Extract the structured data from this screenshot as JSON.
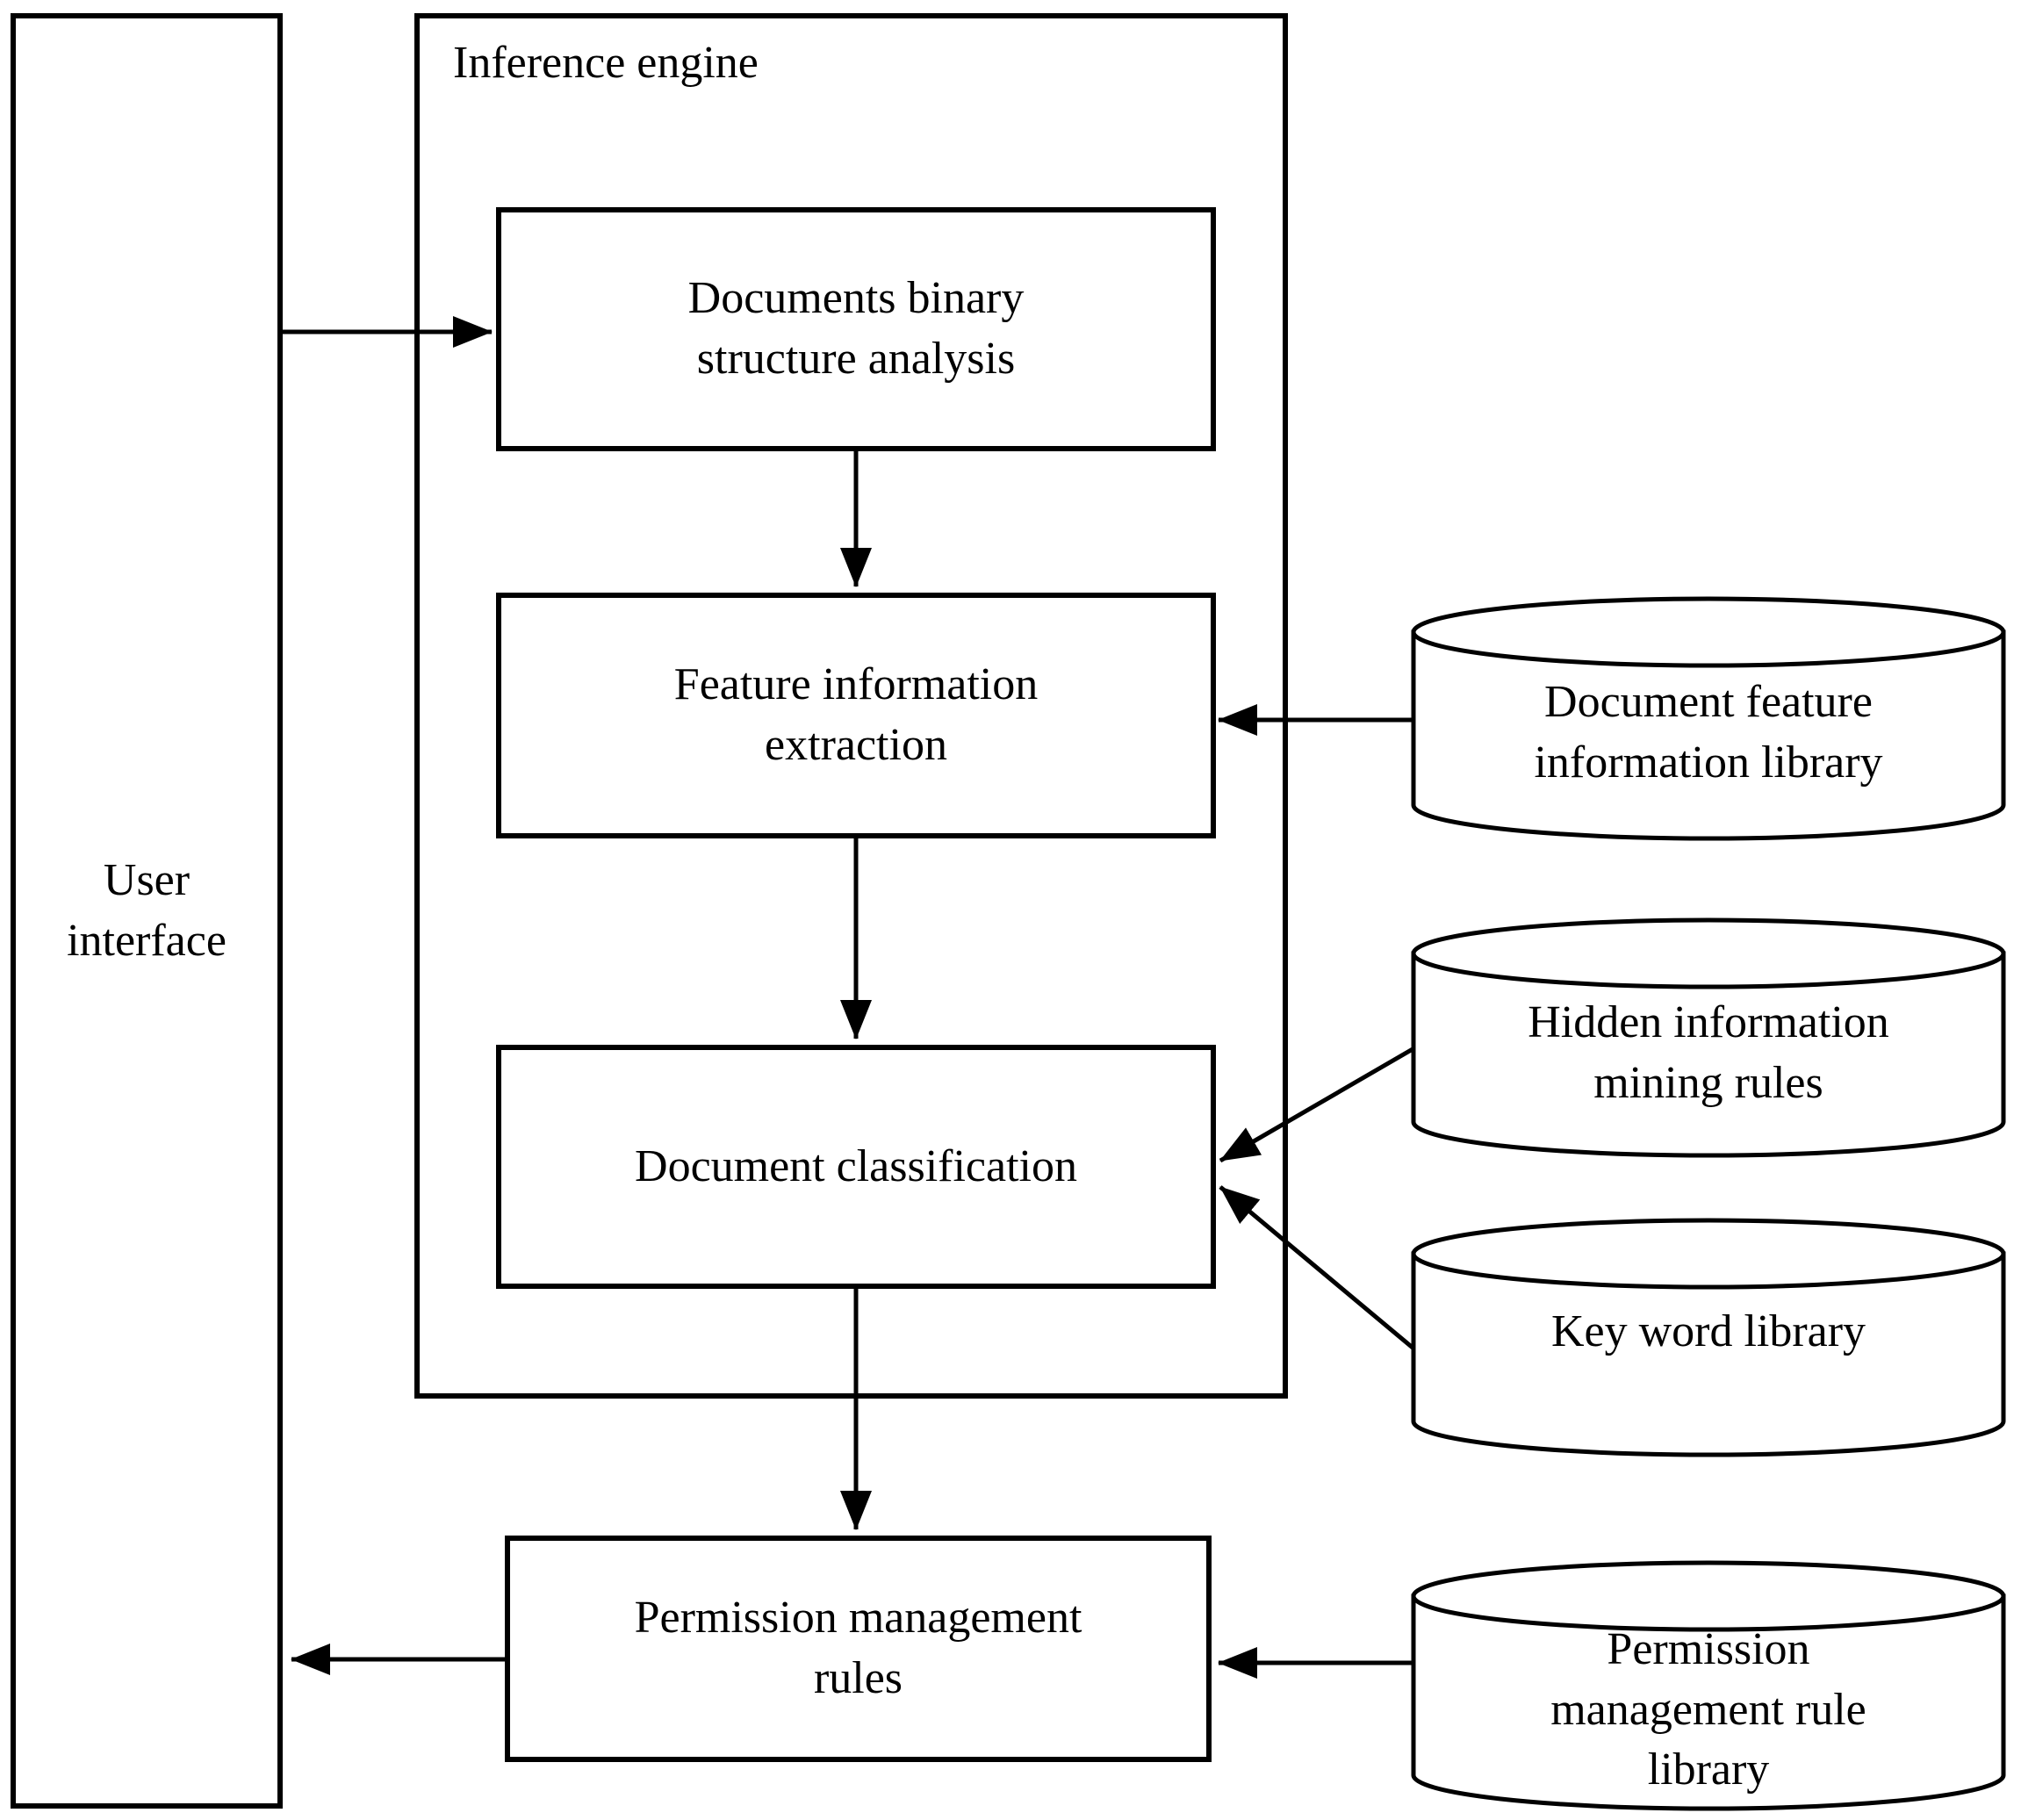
{
  "diagram": {
    "colors": {
      "line": "#000000",
      "background": "#ffffff",
      "text": "#000000"
    },
    "user_interface": {
      "label": "User\ninterface"
    },
    "inference_engine": {
      "title": "Inference engine",
      "boxes": [
        {
          "label": "Documents binary\nstructure analysis"
        },
        {
          "label": "Feature information\nextraction"
        },
        {
          "label": "Document classification"
        }
      ]
    },
    "permission_box": {
      "label": "Permission management\nrules"
    },
    "cylinders": [
      {
        "label": "Document feature\ninformation library"
      },
      {
        "label": "Hidden information\nmining rules"
      },
      {
        "label": "Key word library"
      },
      {
        "label": "Permission\nmanagement rule\nlibrary"
      }
    ]
  }
}
